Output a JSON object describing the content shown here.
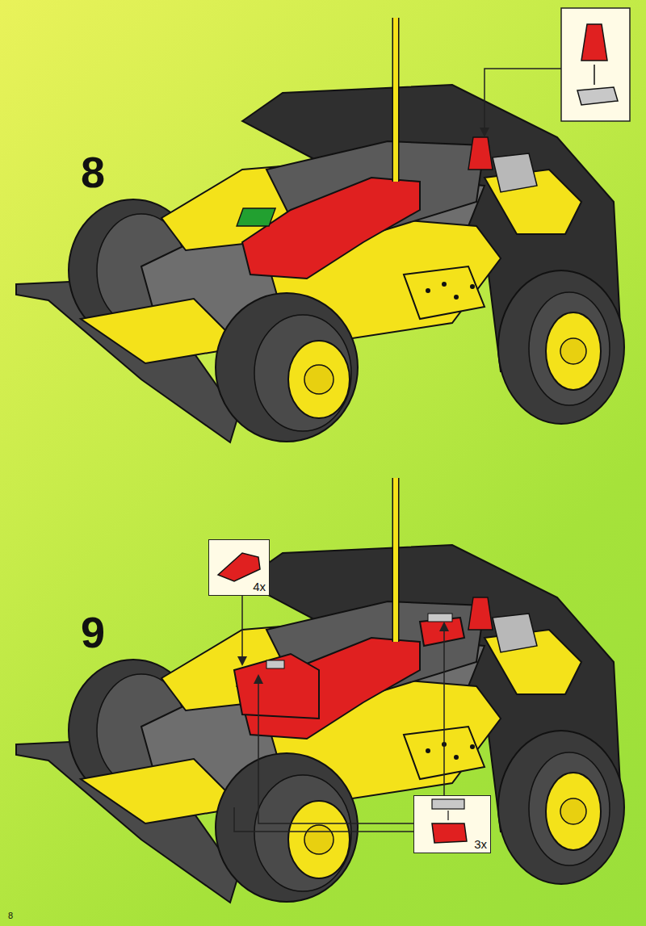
{
  "diagram": {
    "nodes": [
      {
        "text": [
          "4x"
        ]
      },
      {
        "text": [
          "3x"
        ]
      }
    ],
    "labels": [
      "8",
      "9",
      "8"
    ]
  }
}
